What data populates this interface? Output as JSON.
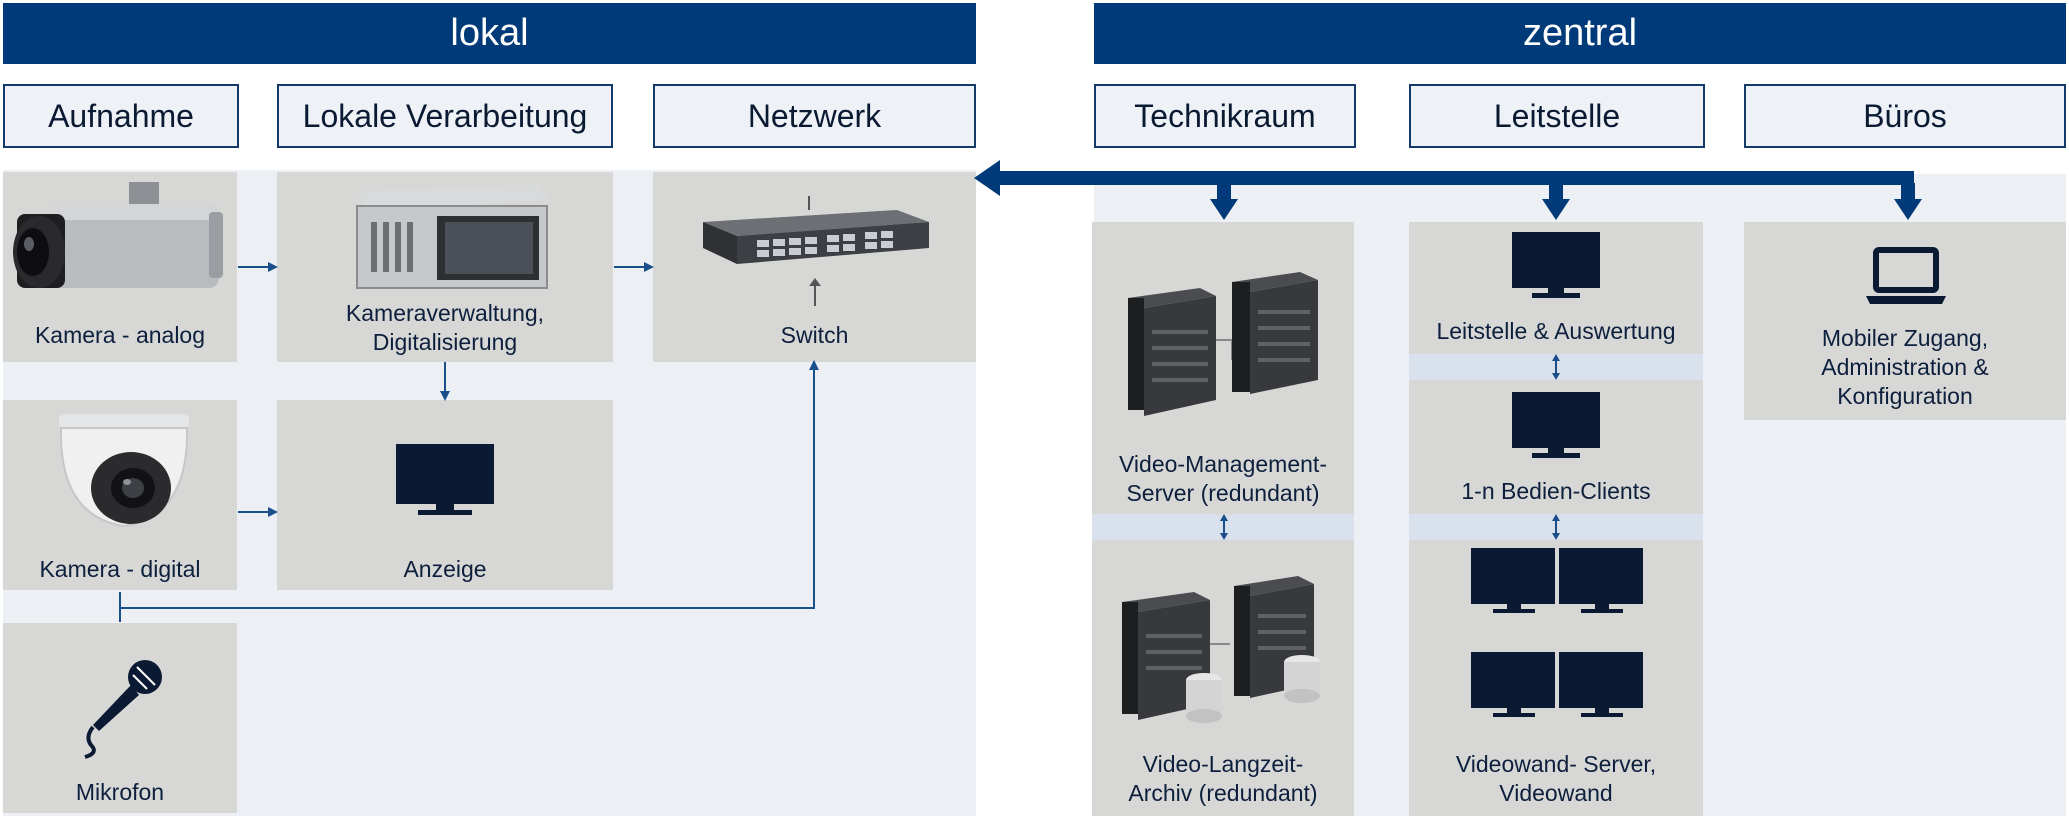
{
  "banners": {
    "left": "lokal",
    "right": "zentral"
  },
  "columns": {
    "aufnahme": "Aufnahme",
    "verarbeitung": "Lokale Verarbeitung",
    "netzwerk": "Netzwerk",
    "technikraum": "Technikraum",
    "leitstelle": "Leitstelle",
    "bueros": "Büros"
  },
  "nodes": {
    "kamera_analog": "Kamera - analog",
    "kameraverwaltung_1": "Kameraverwaltung,",
    "kameraverwaltung_2": "Digitalisierung",
    "switch": "Switch",
    "kamera_digital": "Kamera - digital",
    "anzeige": "Anzeige",
    "mikrofon": "Mikrofon",
    "vms_1": "Video-Management-",
    "vms_2": "Server (redundant)",
    "archiv_1": "Video-Langzeit-",
    "archiv_2": "Archiv (redundant)",
    "leitstelle_auswertung": "Leitstelle & Auswertung",
    "bedien_clients": "1-n Bedien-Clients",
    "videowand_1": "Videowand- Server,",
    "videowand_2": "Videowand",
    "mobil_1": "Mobiler Zugang,",
    "mobil_2": "Administration &",
    "mobil_3": "Konfiguration"
  },
  "colors": {
    "navy": "#003a78",
    "icon": "#0b1a33",
    "panel": "#d7d8d6",
    "area": "#eceff4"
  }
}
